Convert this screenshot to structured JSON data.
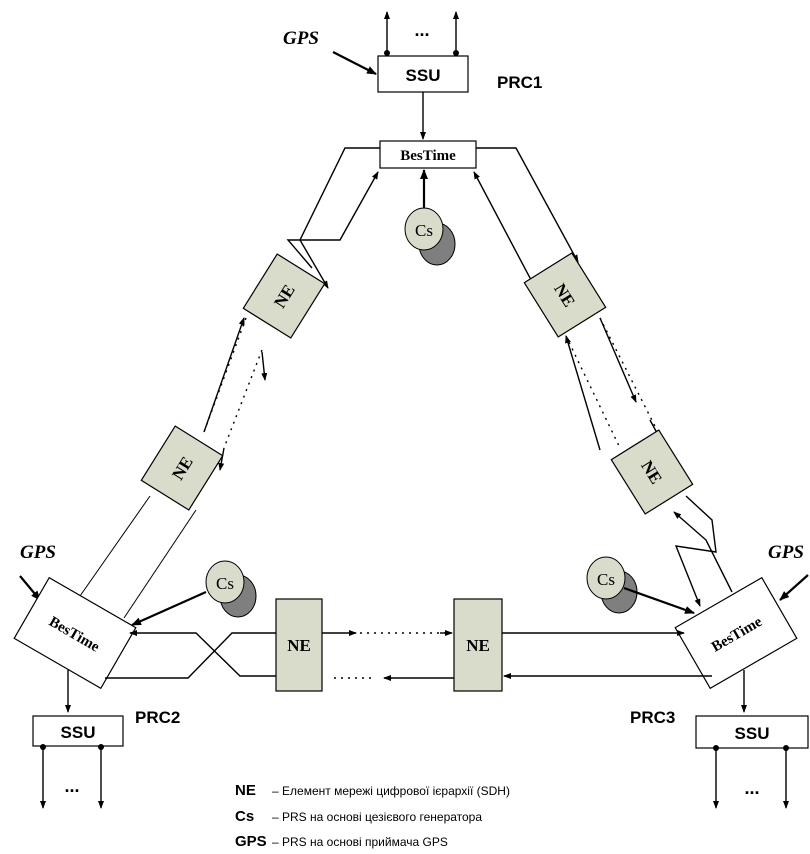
{
  "labels": {
    "ssu": "SSU",
    "bestime": "BesTime",
    "ne": "NE",
    "cs": "Cs",
    "gps": "GPS",
    "ellipsis": "...",
    "prc1": "PRC1",
    "prc2": "PRC2",
    "prc3": "PRC3"
  },
  "legend": [
    {
      "abbr": "NE",
      "desc": "– Елемент мережі цифрової ієрархії (SDH)"
    },
    {
      "abbr": "Cs",
      "desc": "– PRS на основі цезієвого генератора"
    },
    {
      "abbr": "GPS",
      "desc": "– PRS на основі приймача GPS"
    }
  ]
}
